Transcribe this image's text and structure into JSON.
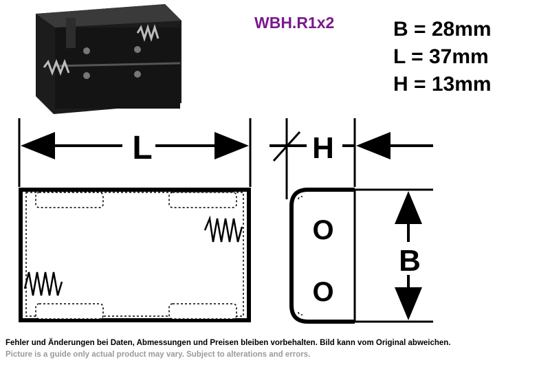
{
  "model": "WBH.R1x2",
  "dimensions": {
    "b": "B = 28mm",
    "l": "L = 37mm",
    "h": "H = 13mm"
  },
  "drawing": {
    "label_l": "L",
    "label_h": "H",
    "label_b": "B",
    "hole_top": "O",
    "hole_bottom": "O"
  },
  "notes": {
    "de": "Fehler und Änderungen bei Daten, Abmessungen und Preisen bleiben vorbehalten. Bild kann vom Original abweichen.",
    "en": "Picture is a guide only actual product may vary. Subject to alterations and errors."
  },
  "colors": {
    "model_text": "#7a1a8c",
    "line": "#000000",
    "note_en": "#9a9a9a"
  }
}
